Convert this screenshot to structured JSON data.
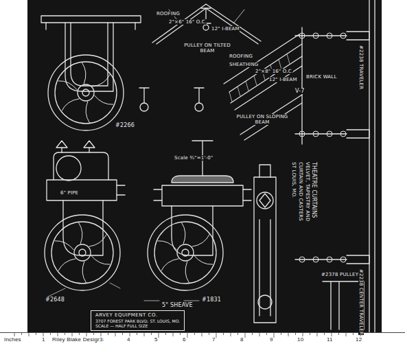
{
  "diagram": {
    "nodes": [
      {
        "text": [
          "ARVEY EQUIPMENT CO.",
          "3707 FOREST PARK BLVD. ST. LOUIS, MO.",
          "SCALE — HALF FULL SIZE"
        ]
      }
    ],
    "labels": [
      "ROOFING",
      "2\"×6\" 16\" O.C.",
      "12\" I-BEAM",
      "PULLEY ON TILTED BEAM",
      "ROOFING",
      "SHEATHING",
      "2\"×8\" 16\" O.C.",
      "12\" I-BEAM",
      "BRICK WALL",
      "PULLEY ON SLOPING BEAM",
      "#2266",
      "V-7",
      "#2238 TRAVELER",
      "THEATRE CURTAINS",
      "VELVET, TAPESTRY AND",
      "CURTAIN AND CASTERS",
      "ST LOUIS, MO.",
      "6\" PIPE",
      "Scale ¾\"=1'-0\"",
      "5\" SHEAVE",
      "#2648",
      "#1831",
      "#2238 CENTER TRAVELER",
      "#2378 PULLEY",
      "Inches",
      "Riley Blake Designs",
      "1",
      "3",
      "4",
      "5",
      "6",
      "7",
      "8",
      "9",
      "10",
      "11",
      "12"
    ]
  }
}
